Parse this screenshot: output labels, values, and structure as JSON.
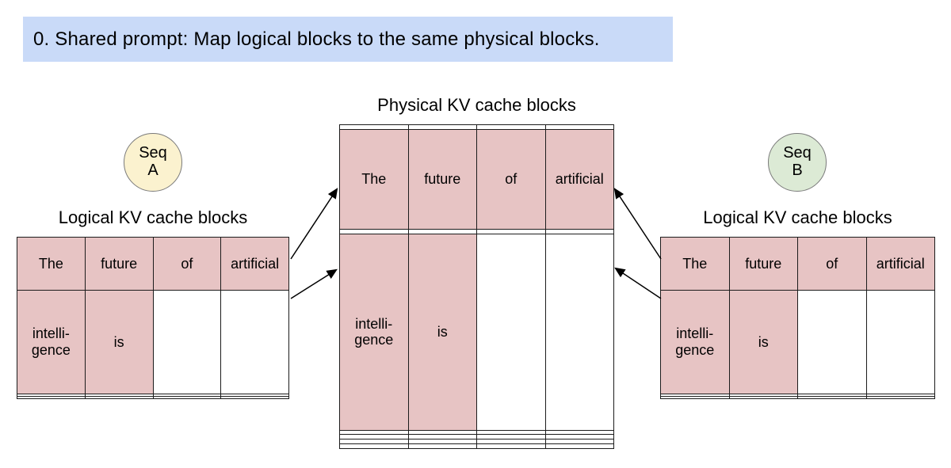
{
  "banner": {
    "text": "0. Shared prompt: Map logical blocks to the same physical blocks."
  },
  "colors": {
    "highlight_cell": "#e7c4c4",
    "banner_bg": "#c9daf8",
    "seq_a_fill": "#fbf2cf",
    "seq_b_fill": "#dcead5",
    "table_border": "#1c1c1c",
    "circle_border": "#7a7a7a"
  },
  "seq_a": {
    "line1": "Seq",
    "line2": "A"
  },
  "seq_b": {
    "line1": "Seq",
    "line2": "B"
  },
  "physical": {
    "title": "Physical KV cache blocks",
    "rows": [
      [
        "",
        "",
        "",
        ""
      ],
      [
        "The",
        "future",
        "of",
        "artificial"
      ],
      [
        "",
        "",
        "",
        ""
      ],
      [
        "intelli-\ngence",
        "is",
        "",
        ""
      ],
      [
        "",
        "",
        "",
        ""
      ],
      [
        "",
        "",
        "",
        ""
      ],
      [
        "",
        "",
        "",
        ""
      ],
      [
        "",
        "",
        "",
        ""
      ]
    ]
  },
  "left_logical": {
    "title": "Logical KV cache blocks",
    "rows": [
      [
        "The",
        "future",
        "of",
        "artificial"
      ],
      [
        "intelli-\ngence",
        "is",
        "",
        ""
      ],
      [
        "",
        "",
        "",
        ""
      ],
      [
        "",
        "",
        "",
        ""
      ]
    ]
  },
  "right_logical": {
    "title": "Logical KV cache blocks",
    "rows": [
      [
        "The",
        "future",
        "of",
        "artificial"
      ],
      [
        "intelli-\ngence",
        "is",
        "",
        ""
      ],
      [
        "",
        "",
        "",
        ""
      ],
      [
        "",
        "",
        "",
        ""
      ]
    ]
  }
}
